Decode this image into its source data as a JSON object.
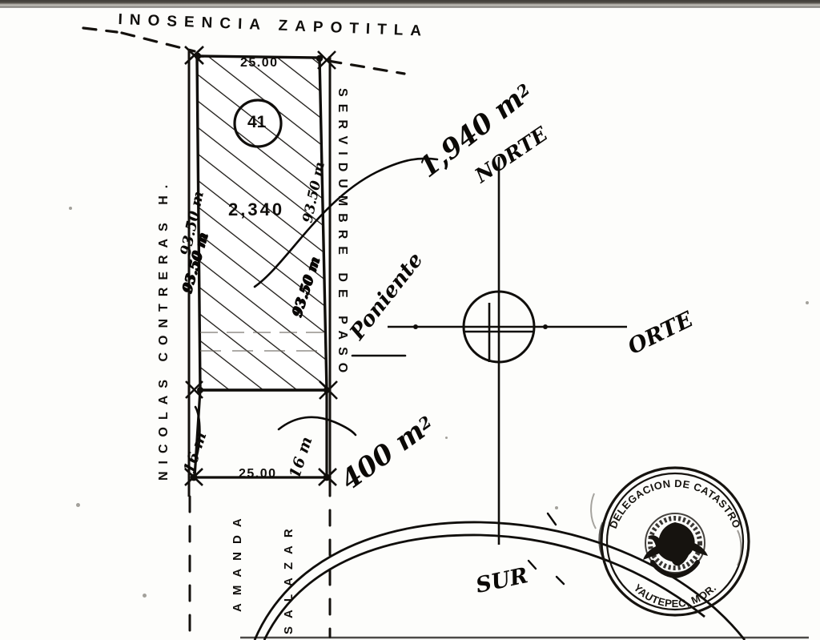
{
  "document": {
    "type": "cadastral-survey-sketch",
    "lot_number": "41",
    "lot_area": "2,340"
  },
  "streets": {
    "top": "INOSENCIA ZAPOTITLA",
    "left": "NICOLAS CONTRERAS H.",
    "right": "SERVIDUMBRE DE PASO",
    "bottom_left": "AMANDA",
    "bottom_right": "SALAZAR"
  },
  "dimensions": {
    "top_width": "25.00",
    "bottom_width": "25.00",
    "left_depth": "93.50 m",
    "right_depth": "93.50 m",
    "lower_left_height": "16 m",
    "lower_right_height": "16 m"
  },
  "annotations": {
    "area_upper": "1,940 m",
    "area_upper_exp": "2",
    "area_lower": "400 m",
    "area_lower_exp": "2"
  },
  "compass": {
    "north": "NORTE",
    "east": "ORTE",
    "west": "Poniente",
    "south": "SUR"
  },
  "seal": {
    "top_text": "DELEGACION DE CATASTRO",
    "bottom_text": "YAUTEPEC, MOR.",
    "emblem": "mexican-coat-of-arms"
  },
  "colors": {
    "ink": "#100e0b",
    "paper": "#fdfdfb",
    "scan_edge": "#2a2722"
  }
}
